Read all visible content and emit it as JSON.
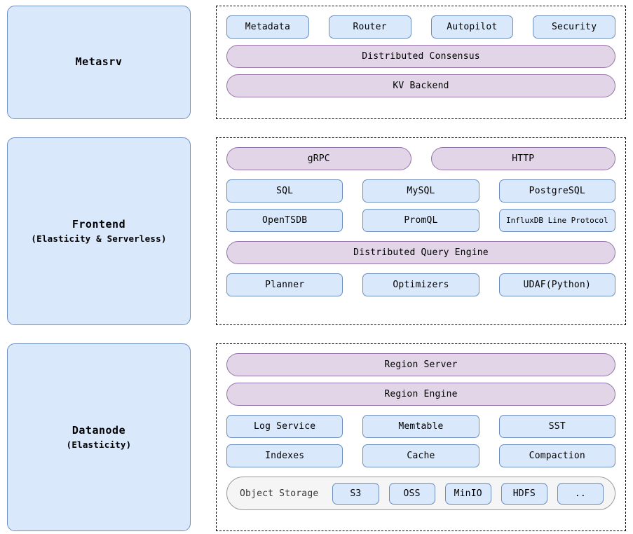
{
  "sections": [
    {
      "id": "metasrv",
      "panel": {
        "title": "Metasrv",
        "subtitle": ""
      },
      "rows": [
        {
          "kind": "chips",
          "items": [
            {
              "label": "Metadata"
            },
            {
              "label": "Router"
            },
            {
              "label": "Autopilot"
            },
            {
              "label": "Security"
            }
          ]
        },
        {
          "kind": "pills",
          "items": [
            {
              "label": "Distributed Consensus"
            }
          ]
        },
        {
          "kind": "pills",
          "items": [
            {
              "label": "KV Backend"
            }
          ]
        }
      ]
    },
    {
      "id": "frontend",
      "panel": {
        "title": "Frontend",
        "subtitle": "(Elasticity & Serverless)"
      },
      "rows": [
        {
          "kind": "pills",
          "items": [
            {
              "label": "gRPC"
            },
            {
              "label": "HTTP"
            }
          ]
        },
        {
          "kind": "chips",
          "items": [
            {
              "label": "SQL"
            },
            {
              "label": "MySQL"
            },
            {
              "label": "PostgreSQL"
            }
          ]
        },
        {
          "kind": "chips",
          "items": [
            {
              "label": "OpenTSDB"
            },
            {
              "label": "PromQL"
            },
            {
              "label": "InfluxDB Line Protocol",
              "small": true
            }
          ]
        },
        {
          "kind": "pills",
          "items": [
            {
              "label": "Distributed Query Engine"
            }
          ]
        },
        {
          "kind": "chips",
          "items": [
            {
              "label": "Planner"
            },
            {
              "label": "Optimizers"
            },
            {
              "label": "UDAF(Python)"
            }
          ]
        }
      ]
    },
    {
      "id": "datanode",
      "panel": {
        "title": "Datanode",
        "subtitle": "(Elasticity)"
      },
      "rows": [
        {
          "kind": "pills",
          "items": [
            {
              "label": "Region Server"
            }
          ]
        },
        {
          "kind": "pills",
          "items": [
            {
              "label": "Region Engine"
            }
          ]
        },
        {
          "kind": "chips",
          "items": [
            {
              "label": "Log Service"
            },
            {
              "label": "Memtable"
            },
            {
              "label": "SST"
            }
          ]
        },
        {
          "kind": "chips",
          "items": [
            {
              "label": "Indexes"
            },
            {
              "label": "Cache"
            },
            {
              "label": "Compaction"
            }
          ]
        },
        {
          "kind": "storage",
          "label": "Object Storage",
          "items": [
            {
              "label": "S3"
            },
            {
              "label": "OSS"
            },
            {
              "label": "MinIO"
            },
            {
              "label": "HDFS"
            },
            {
              "label": ".."
            }
          ]
        }
      ]
    }
  ],
  "colors": {
    "panel_fill": "#dae8fc",
    "panel_border": "#6c8ebf",
    "chip_fill": "#dae8fc",
    "chip_border": "#6c8ebf",
    "pill_fill": "#e1d5e7",
    "pill_border": "#9673a6",
    "storage_fill": "#f5f5f5",
    "storage_border": "#999999",
    "container_border": "#000000",
    "background": "#ffffff"
  }
}
